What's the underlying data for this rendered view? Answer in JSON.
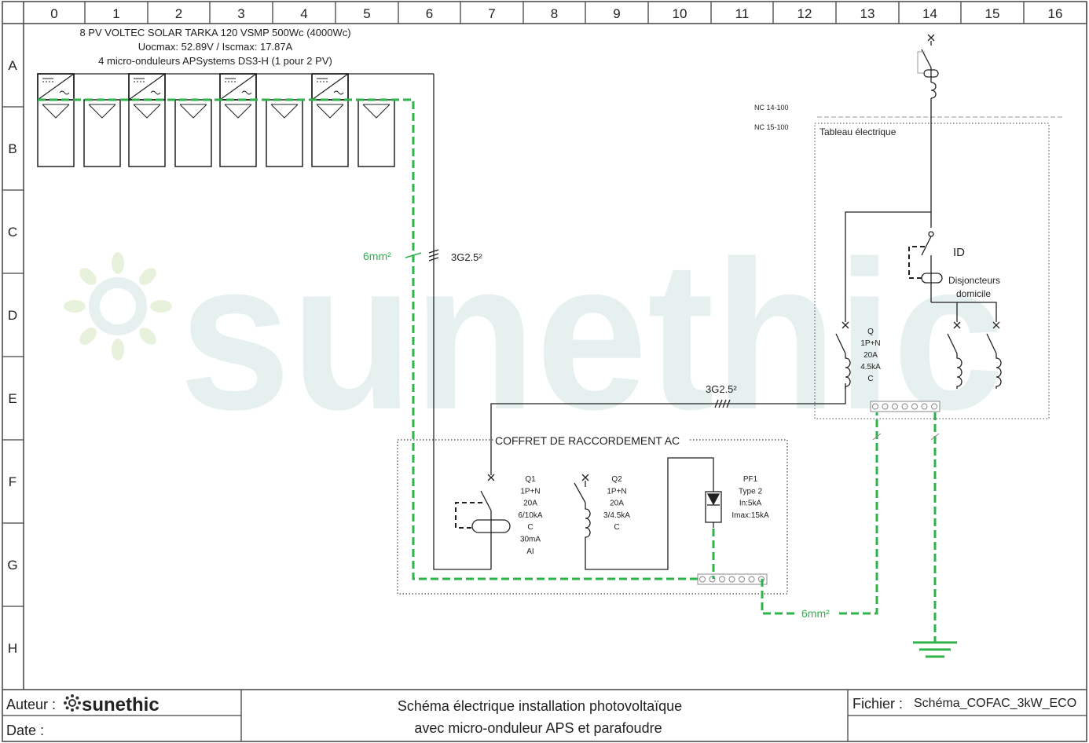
{
  "grid": {
    "columns": [
      "0",
      "1",
      "2",
      "3",
      "4",
      "5",
      "6",
      "7",
      "8",
      "9",
      "10",
      "11",
      "12",
      "13",
      "14",
      "15",
      "16"
    ],
    "rows": [
      "A",
      "B",
      "C",
      "D",
      "E",
      "F",
      "G",
      "H"
    ]
  },
  "watermark": {
    "text": "sunethic",
    "color": "#e3efee"
  },
  "pv": {
    "line1": "8 PV VOLTEC SOLAR TARKA 120 VSMP 500Wc (4000Wc)",
    "line2": "Uocmax: 52.89V / Iscmax: 17.87A",
    "line3": "4 micro-onduleurs APSystems DS3-H (1 pour 2 PV)"
  },
  "cables": {
    "earth_left": "6mm²",
    "ac_main": "3G2.5²",
    "ac_link": "3G2.5²",
    "earth_bottom": "6mm²"
  },
  "norms": {
    "upper": "NC 14-100",
    "lower": "NC 15-100"
  },
  "tableau": {
    "title": "Tableau électrique",
    "id_label": "ID",
    "disj_line1": "Disjoncteurs",
    "disj_line2": "domicile",
    "q": [
      "Q",
      "1P+N",
      "20A",
      "4.5kA",
      "C"
    ]
  },
  "coffret": {
    "title": "COFFRET DE RACCORDEMENT AC",
    "q1": [
      "Q1",
      "1P+N",
      "20A",
      "6/10kA",
      "C",
      "30mA",
      "AI"
    ],
    "q2": [
      "Q2",
      "1P+N",
      "20A",
      "3/4.5kA",
      "C"
    ],
    "pf1": [
      "PF1",
      "Type 2",
      "In:5kA",
      "Imax:15kA"
    ]
  },
  "footer": {
    "author_label": "Auteur :",
    "logo_text": "sunethic",
    "date_label": "Date :",
    "title_line1": "Schéma électrique installation photovoltaïque",
    "title_line2": "avec micro-onduleur APS et parafoudre",
    "file_label": "Fichier :",
    "file_name": "Schéma_COFAC_3kW_ECO"
  },
  "colors": {
    "earth": "#2db34a",
    "line": "#222222"
  }
}
